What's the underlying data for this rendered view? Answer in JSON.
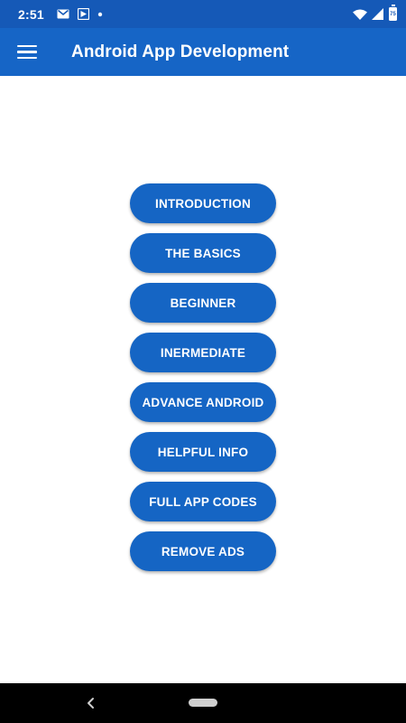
{
  "status_bar": {
    "time": "2:51",
    "battery_level": "75",
    "icons": [
      "gmail-icon",
      "play-store-icon",
      "notification-dot-icon",
      "wifi-icon",
      "signal-icon",
      "battery-icon"
    ]
  },
  "app_bar": {
    "title": "Android App Development",
    "menu_icon": "hamburger-menu-icon"
  },
  "menu": {
    "items": [
      {
        "label": "INTRODUCTION"
      },
      {
        "label": "THE BASICS"
      },
      {
        "label": "BEGINNER"
      },
      {
        "label": "INERMEDIATE"
      },
      {
        "label": "ADVANCE ANDROID"
      },
      {
        "label": "HELPFUL INFO"
      },
      {
        "label": "FULL APP CODES"
      },
      {
        "label": "REMOVE ADS"
      }
    ]
  },
  "nav_bar": {
    "icons": [
      "back-icon",
      "home-pill-icon"
    ]
  },
  "colors": {
    "status_bar": "#1559b7",
    "app_bar": "#1665c6",
    "button": "#1565c4",
    "background": "#ffffff",
    "nav_bar": "#000000"
  }
}
